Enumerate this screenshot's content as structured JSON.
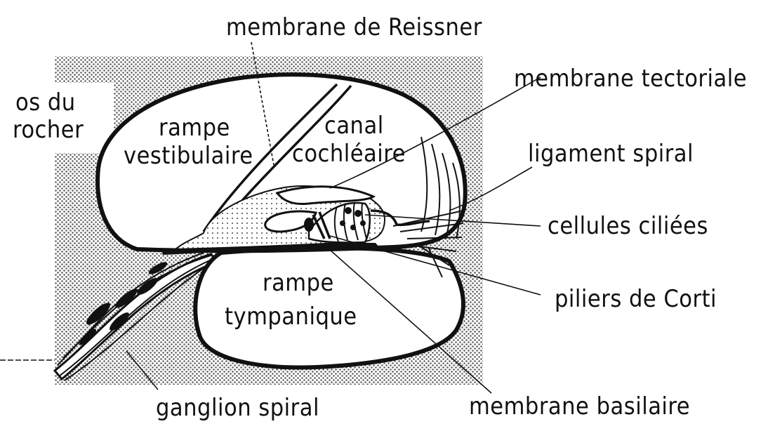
{
  "labels": {
    "reissner": "membrane de Reissner",
    "tectoriale": "membrane tectoriale",
    "os_du": "os du",
    "rocher": "rocher",
    "rampe_v1": "rampe",
    "rampe_v2": "vestibulaire",
    "canal1": "canal",
    "canal2": "cochléaire",
    "ligament": "ligament spiral",
    "cellules": "cellules ciliées",
    "piliers": "piliers de Corti",
    "rampe_t1": "rampe",
    "rampe_t2": "tympanique",
    "ganglion": "ganglion spiral",
    "basilaire": "membrane basilaire"
  },
  "colors": {
    "ink": "#111111",
    "paper": "#ffffff",
    "bone_dots": "#555555"
  }
}
